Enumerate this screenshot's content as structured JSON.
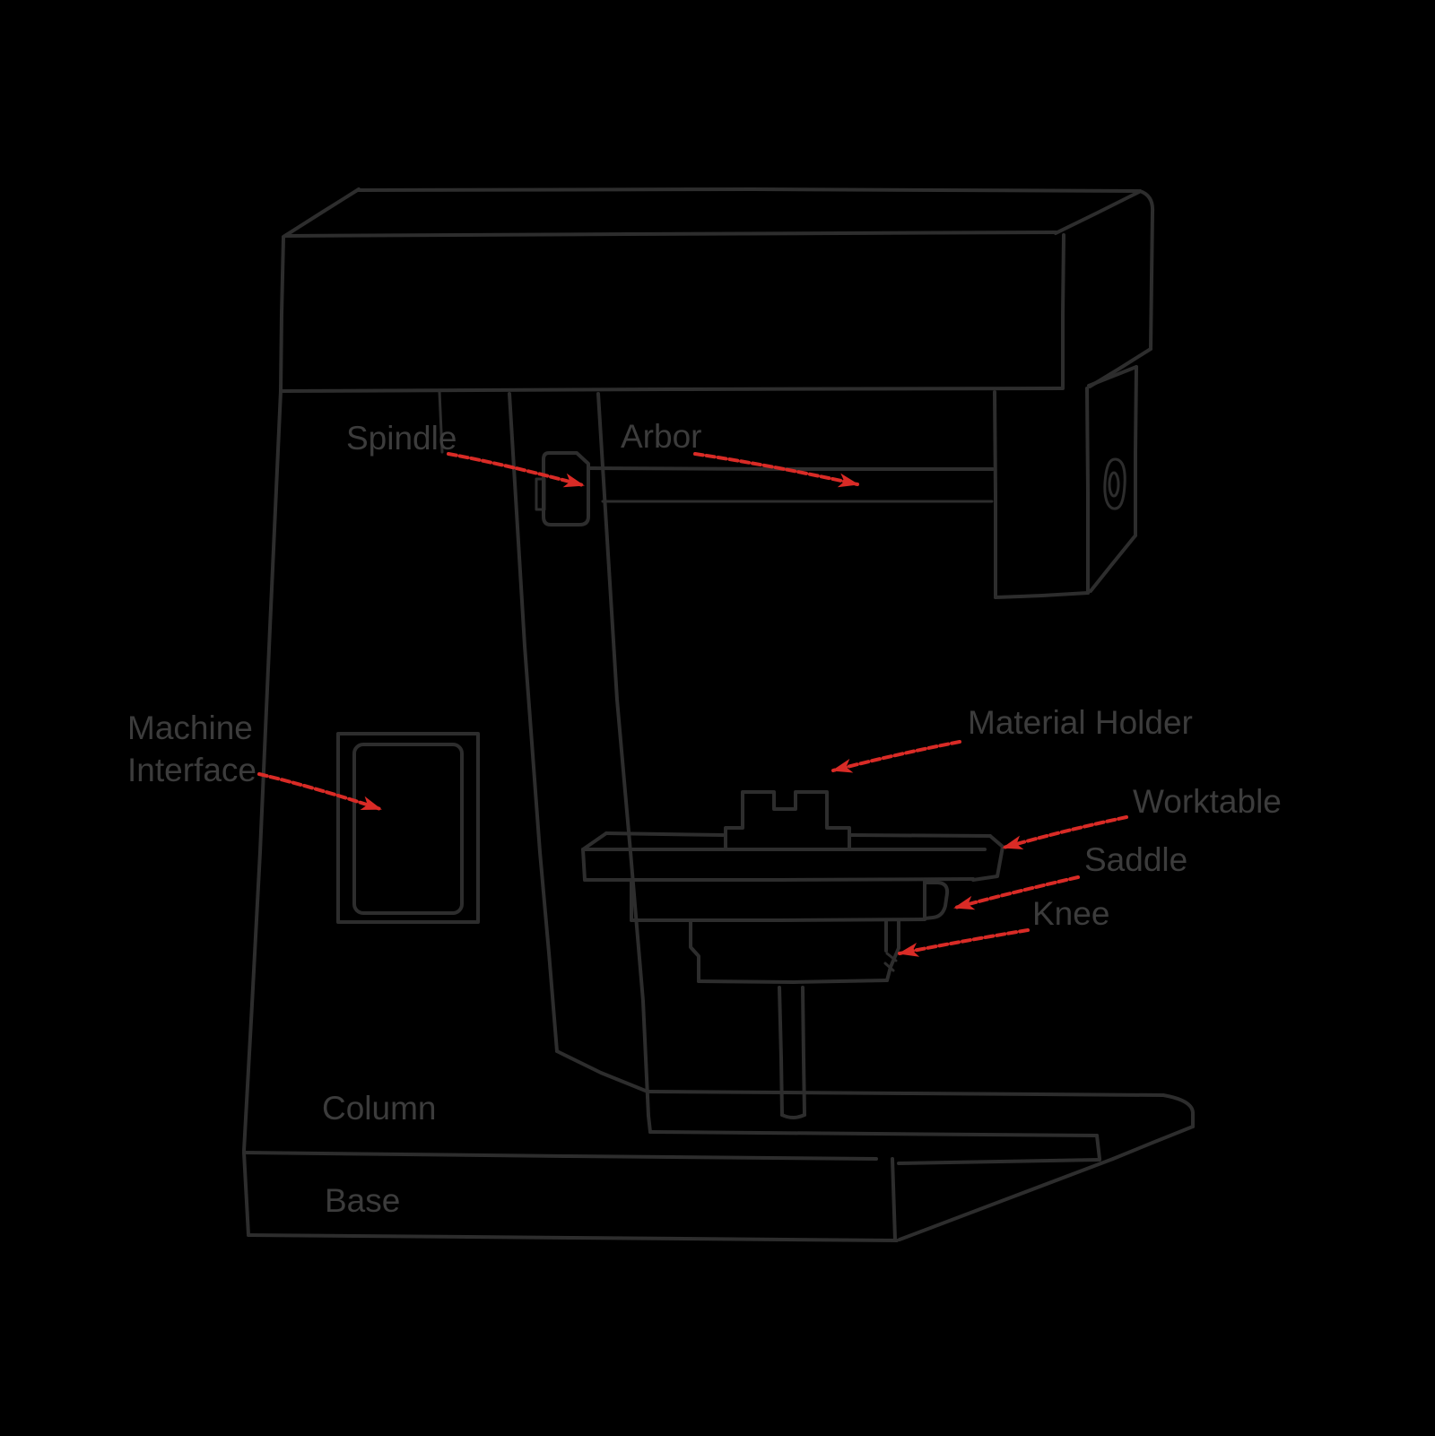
{
  "diagram": {
    "labels": {
      "spindle": {
        "text": "Spindle"
      },
      "arbor": {
        "text": "Arbor"
      },
      "machine_interface": {
        "text": "Machine Interface"
      },
      "material_holder": {
        "text": "Material Holder"
      },
      "worktable": {
        "text": "Worktable"
      },
      "saddle": {
        "text": "Saddle"
      },
      "knee": {
        "text": "Knee"
      },
      "column": {
        "text": "Column"
      },
      "base": {
        "text": "Base"
      }
    }
  },
  "colors": {
    "background": "#000000",
    "line": "#2d2d2d",
    "label_text": "#3c3c3c",
    "arrow": "#d92b26"
  }
}
